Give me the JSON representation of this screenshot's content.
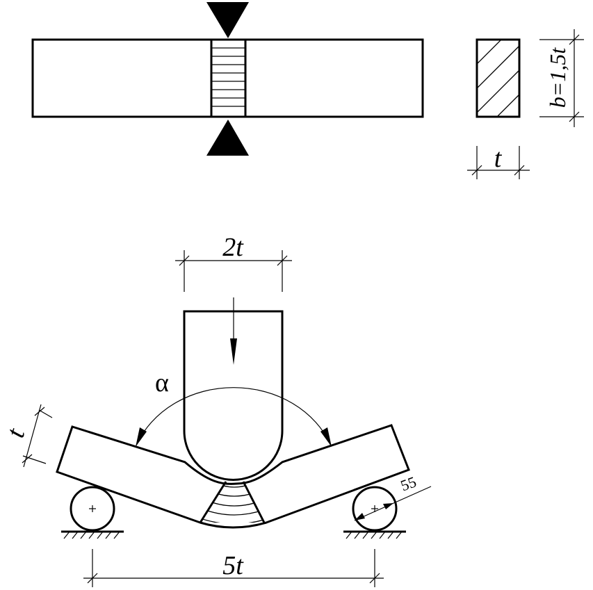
{
  "labels": {
    "width_dim": "b=1,5t",
    "thickness_dim": "t",
    "mandrel_dim": "2t",
    "span_dim": "5t",
    "bend_angle": "α",
    "specimen_thickness": "t",
    "roller_dim": "55"
  }
}
